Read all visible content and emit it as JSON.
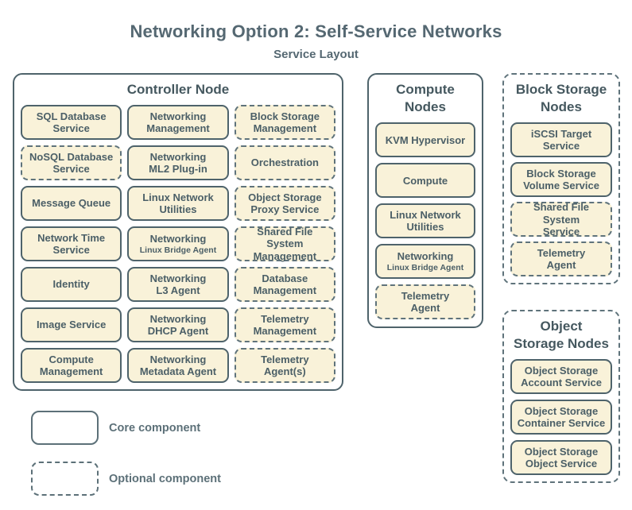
{
  "page": {
    "title": "Networking Option 2: Self-Service Networks",
    "subtitle": "Service Layout"
  },
  "colors": {
    "background": "#ffffff",
    "box_fill": "#f9f2d9",
    "core_stroke": "#4e636b",
    "optional_stroke": "#5f737b",
    "box_text": "#4b5f67",
    "heading_text": "#45585f",
    "title_text": "#556872"
  },
  "containers": [
    {
      "id": "controller",
      "title_lines": [
        "Controller Node"
      ],
      "border": "solid",
      "columns": 3,
      "items": [
        {
          "label_lines": [
            "SQL Database",
            "Service"
          ],
          "style": "core"
        },
        {
          "label_lines": [
            "Networking",
            "Management"
          ],
          "style": "core"
        },
        {
          "label_lines": [
            "Block Storage",
            "Management"
          ],
          "style": "optional"
        },
        {
          "label_lines": [
            "NoSQL Database",
            "Service"
          ],
          "style": "optional"
        },
        {
          "label_lines": [
            "Networking",
            "ML2 Plug-in"
          ],
          "style": "core"
        },
        {
          "label_lines": [
            "Orchestration"
          ],
          "style": "optional"
        },
        {
          "label_lines": [
            "Message Queue"
          ],
          "style": "core"
        },
        {
          "label_lines": [
            "Linux Network",
            "Utilities"
          ],
          "style": "core"
        },
        {
          "label_lines": [
            "Object Storage",
            "Proxy Service"
          ],
          "style": "optional"
        },
        {
          "label_lines": [
            "Network Time",
            "Service"
          ],
          "style": "core"
        },
        {
          "label_lines": [
            "Networking"
          ],
          "sublabel": "Linux Bridge Agent",
          "style": "core"
        },
        {
          "label_lines": [
            "Shared File System",
            "Management"
          ],
          "style": "optional"
        },
        {
          "label_lines": [
            "Identity"
          ],
          "style": "core"
        },
        {
          "label_lines": [
            "Networking",
            "L3 Agent"
          ],
          "style": "core"
        },
        {
          "label_lines": [
            "Database",
            "Management"
          ],
          "style": "optional"
        },
        {
          "label_lines": [
            "Image Service"
          ],
          "style": "core"
        },
        {
          "label_lines": [
            "Networking",
            "DHCP Agent"
          ],
          "style": "core"
        },
        {
          "label_lines": [
            "Telemetry",
            "Management"
          ],
          "style": "optional"
        },
        {
          "label_lines": [
            "Compute",
            "Management"
          ],
          "style": "core"
        },
        {
          "label_lines": [
            "Networking",
            "Metadata Agent"
          ],
          "style": "core"
        },
        {
          "label_lines": [
            "Telemetry",
            "Agent(s)"
          ],
          "style": "optional"
        }
      ]
    },
    {
      "id": "compute",
      "title_lines": [
        "Compute",
        "Nodes"
      ],
      "border": "solid",
      "columns": 1,
      "items": [
        {
          "label_lines": [
            "KVM Hypervisor"
          ],
          "style": "core"
        },
        {
          "label_lines": [
            "Compute"
          ],
          "style": "core"
        },
        {
          "label_lines": [
            "Linux Network",
            "Utilities"
          ],
          "style": "core"
        },
        {
          "label_lines": [
            "Networking"
          ],
          "sublabel": "Linux Bridge Agent",
          "style": "core"
        },
        {
          "label_lines": [
            "Telemetry",
            "Agent"
          ],
          "style": "optional"
        }
      ]
    },
    {
      "id": "block-storage",
      "title_lines": [
        "Block Storage",
        "Nodes"
      ],
      "border": "dashed",
      "columns": 1,
      "items": [
        {
          "label_lines": [
            "iSCSI Target",
            "Service"
          ],
          "style": "core"
        },
        {
          "label_lines": [
            "Block Storage",
            "Volume Service"
          ],
          "style": "core"
        },
        {
          "label_lines": [
            "Shared File System",
            "Service"
          ],
          "style": "optional"
        },
        {
          "label_lines": [
            "Telemetry",
            "Agent"
          ],
          "style": "optional"
        }
      ]
    },
    {
      "id": "object-storage",
      "title_lines": [
        "Object",
        "Storage Nodes"
      ],
      "border": "dashed",
      "columns": 1,
      "items": [
        {
          "label_lines": [
            "Object Storage",
            "Account Service"
          ],
          "style": "core"
        },
        {
          "label_lines": [
            "Object Storage",
            "Container Service"
          ],
          "style": "core"
        },
        {
          "label_lines": [
            "Object Storage",
            "Object Service"
          ],
          "style": "core"
        }
      ]
    }
  ],
  "legend": {
    "items": [
      {
        "label": "Core component",
        "style": "core"
      },
      {
        "label": "Optional component",
        "style": "optional"
      }
    ]
  }
}
